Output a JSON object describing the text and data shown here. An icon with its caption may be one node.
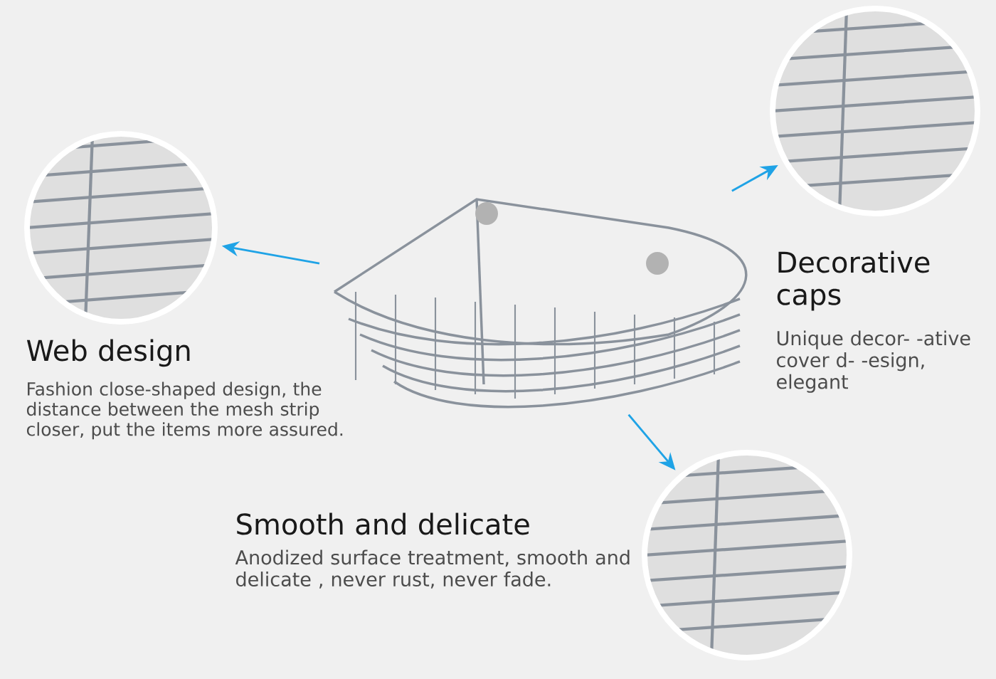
{
  "diagram": {
    "nodes": [
      {
        "text": [],
        "shape": "picture"
      },
      {
        "text": [],
        "shape": "picture"
      },
      {
        "text": [],
        "shape": "picture"
      },
      {
        "text": [],
        "shape": "picture"
      }
    ],
    "labels": [
      "Decorative caps",
      "Unique decor- -ative cover d- -esign, elegant",
      "Web design",
      "Fashion close-shaped design, the distance between the mesh strip closer, put the items more assured.",
      "Smooth and delicate",
      "Anodized surface treatment, smooth and delicate , never rust, never fade."
    ],
    "edges": [
      {
        "from": 0,
        "to": 1,
        "arrow": "to"
      },
      {
        "from": 0,
        "to": 2,
        "arrow": "to"
      },
      {
        "from": 0,
        "to": 3,
        "arrow": "to"
      }
    ]
  }
}
